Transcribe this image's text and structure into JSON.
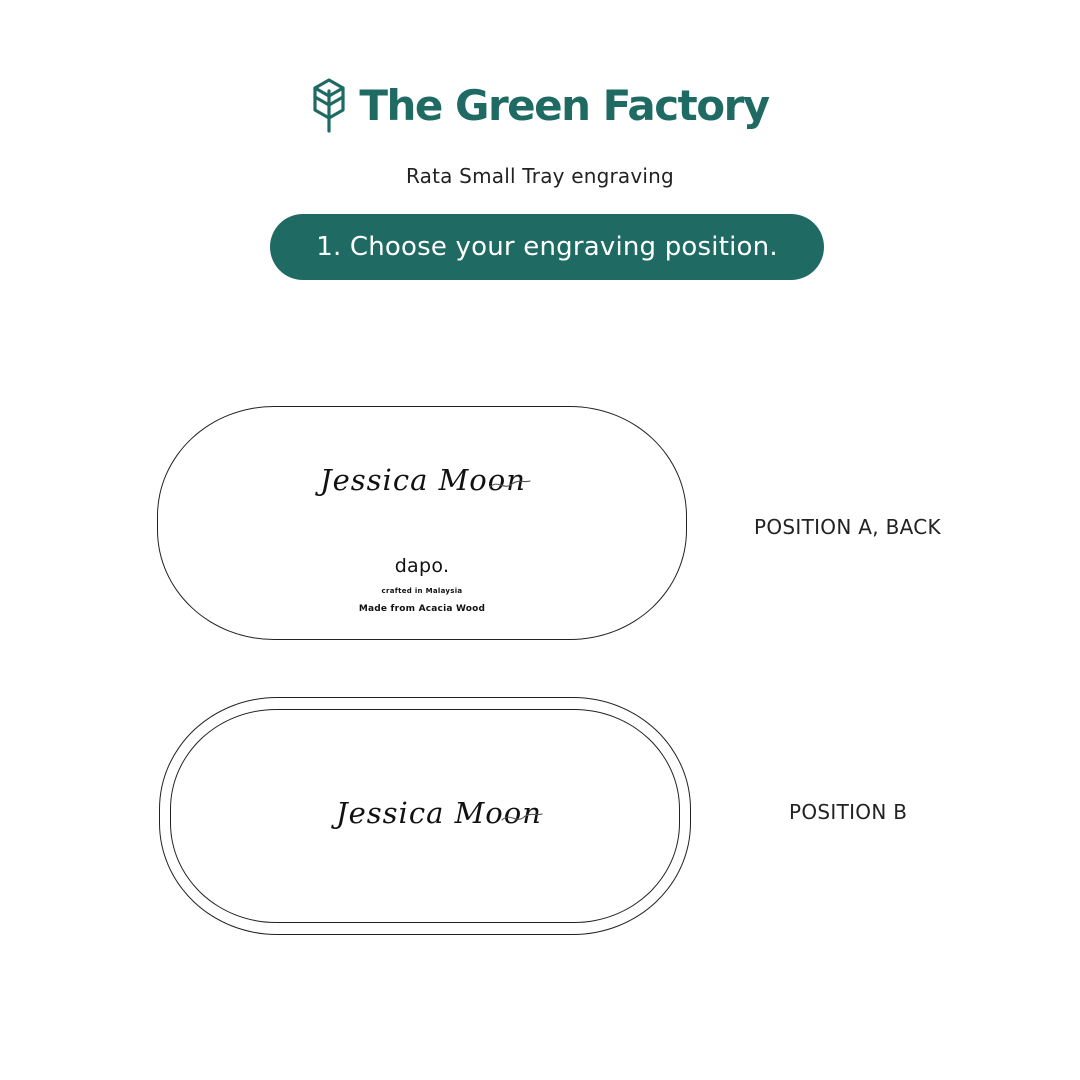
{
  "header": {
    "brand_name": "The Green Factory",
    "logo_icon": "leaf-crest-icon",
    "brand_color": "#1f6b63"
  },
  "subtitle": "Rata Small Tray engraving",
  "step": {
    "label": "1. Choose your engraving position."
  },
  "positions": [
    {
      "label": "POSITION A, BACK",
      "engraving": "Jessica Moon",
      "maker": {
        "brand": "dapo.",
        "origin": "crafted in Malaysia",
        "material": "Made from Acacia Wood"
      }
    },
    {
      "label": "POSITION B",
      "engraving": "Jessica Moon"
    }
  ]
}
